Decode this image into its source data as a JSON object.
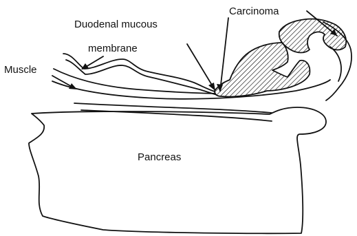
{
  "labels": {
    "carcinoma": "Carcinoma",
    "duodenal_line1": "Duodenal mucous",
    "duodenal_line2": "membrane",
    "muscle": "Muscle",
    "pancreas": "Pancreas"
  }
}
